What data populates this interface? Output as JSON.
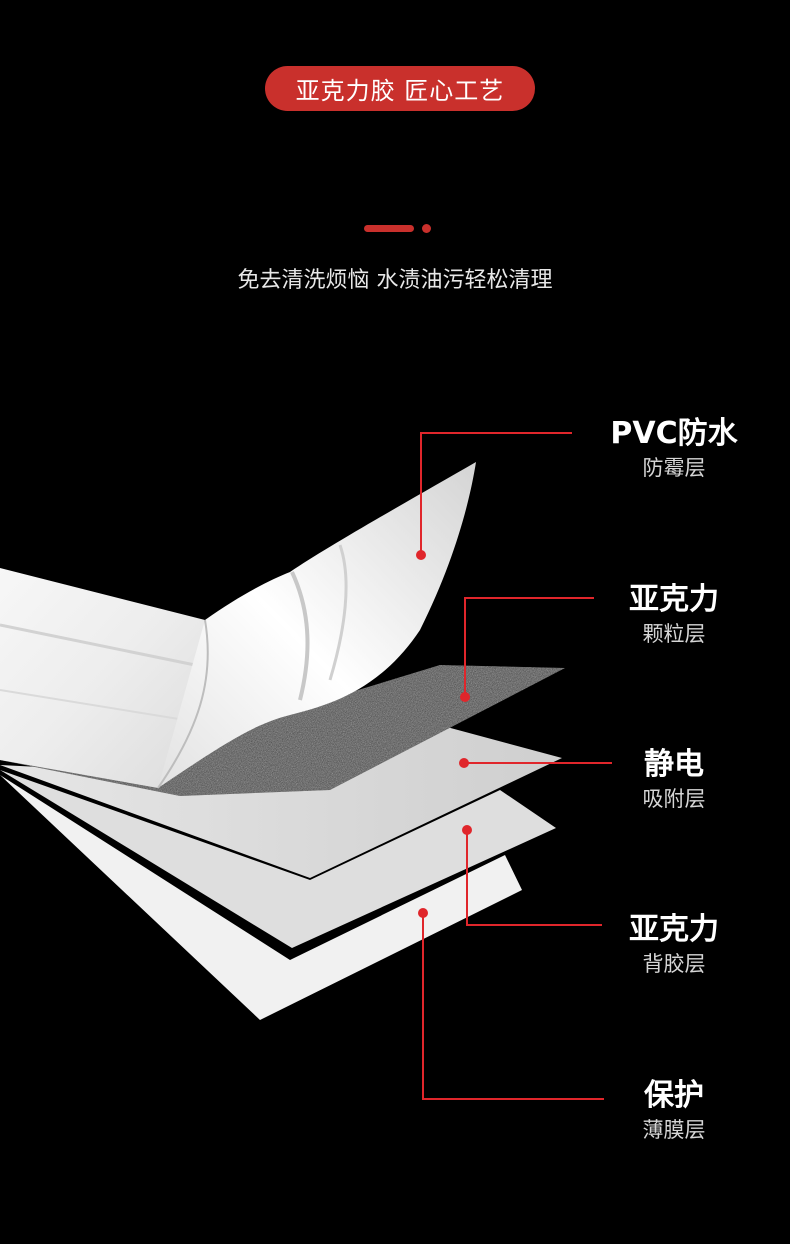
{
  "header": {
    "badge": "亚克力胶 匠心工艺",
    "subtitle": "免去清洗烦恼 水渍油污轻松清理"
  },
  "layers": [
    {
      "title": "PVC防水",
      "subtitle": "防霉层"
    },
    {
      "title": "亚克力",
      "subtitle": "颗粒层"
    },
    {
      "title": "静电",
      "subtitle": "吸附层"
    },
    {
      "title": "亚克力",
      "subtitle": "背胶层"
    },
    {
      "title": "保护",
      "subtitle": "薄膜层"
    }
  ],
  "colors": {
    "accent": "#c9302c",
    "leader_line": "#e0262b",
    "background": "#000000"
  }
}
